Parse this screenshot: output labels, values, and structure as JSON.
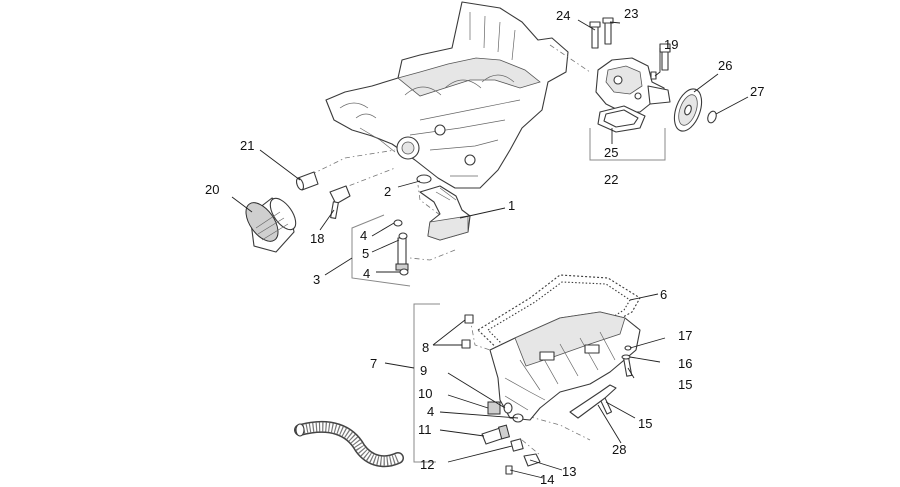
{
  "callouts": [
    {
      "id": "c1",
      "label": "1"
    },
    {
      "id": "c2",
      "label": "2"
    },
    {
      "id": "c3",
      "label": "3"
    },
    {
      "id": "c4a",
      "label": "4"
    },
    {
      "id": "c4b",
      "label": "4"
    },
    {
      "id": "c4c",
      "label": "4"
    },
    {
      "id": "c5",
      "label": "5"
    },
    {
      "id": "c6",
      "label": "6"
    },
    {
      "id": "c7",
      "label": "7"
    },
    {
      "id": "c8",
      "label": "8"
    },
    {
      "id": "c9",
      "label": "9"
    },
    {
      "id": "c10",
      "label": "10"
    },
    {
      "id": "c11",
      "label": "11"
    },
    {
      "id": "c12",
      "label": "12"
    },
    {
      "id": "c13",
      "label": "13"
    },
    {
      "id": "c14",
      "label": "14"
    },
    {
      "id": "c15a",
      "label": "15"
    },
    {
      "id": "c15b",
      "label": "15"
    },
    {
      "id": "c16",
      "label": "16"
    },
    {
      "id": "c17",
      "label": "17"
    },
    {
      "id": "c18",
      "label": "18"
    },
    {
      "id": "c19",
      "label": "19"
    },
    {
      "id": "c20",
      "label": "20"
    },
    {
      "id": "c21",
      "label": "21"
    },
    {
      "id": "c22",
      "label": "22"
    },
    {
      "id": "c23",
      "label": "23"
    },
    {
      "id": "c24",
      "label": "24"
    },
    {
      "id": "c25",
      "label": "25"
    },
    {
      "id": "c26",
      "label": "26"
    },
    {
      "id": "c27",
      "label": "27"
    },
    {
      "id": "c28",
      "label": "28"
    }
  ]
}
